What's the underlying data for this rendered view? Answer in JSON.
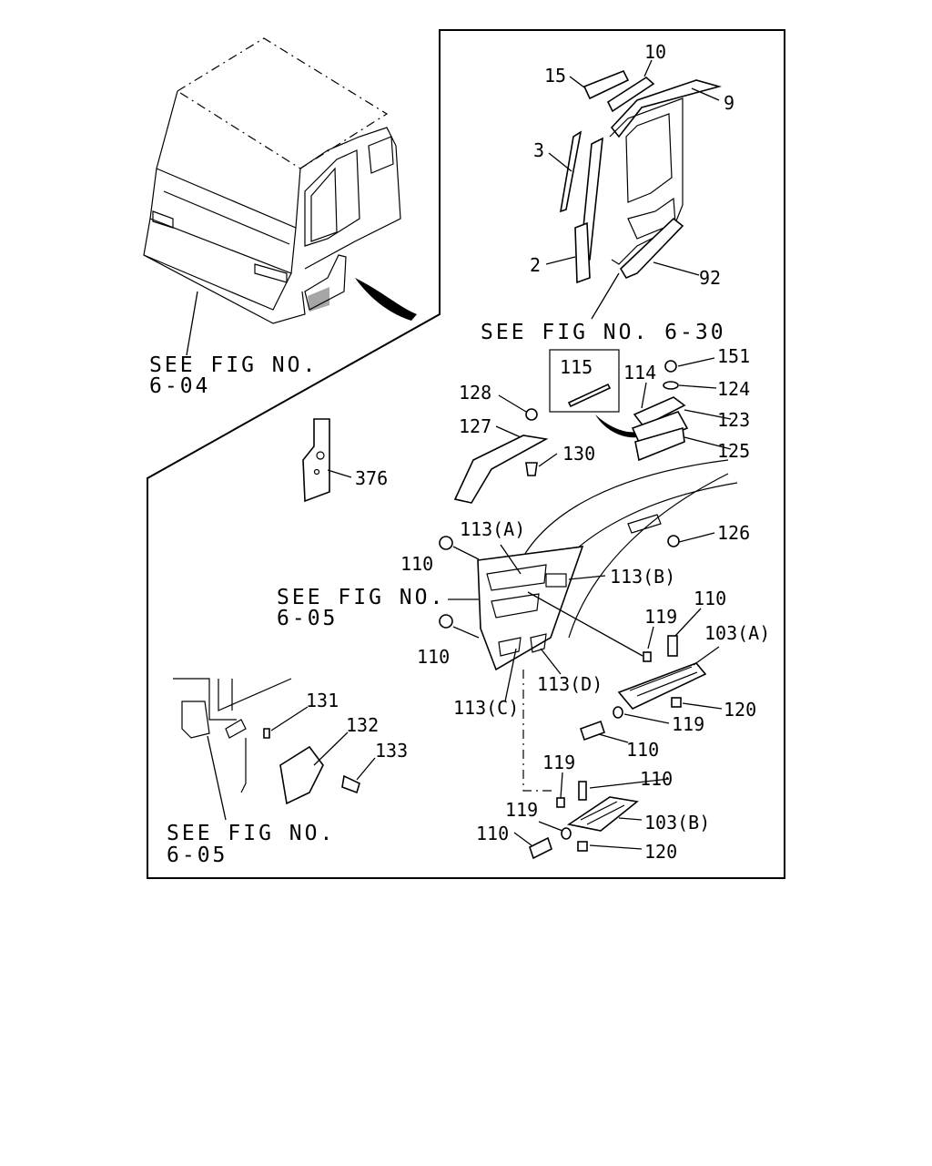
{
  "callouts": {
    "c15": "15",
    "c10": "10",
    "c9": "9",
    "c3": "3",
    "c2": "2",
    "c92": "92",
    "c151": "151",
    "c115": "115",
    "c114": "114",
    "c124": "124",
    "c123": "123",
    "c125": "125",
    "c128": "128",
    "c127": "127",
    "c130": "130",
    "c376": "376",
    "c126": "126",
    "c113a": "113(A)",
    "c113b": "113(B)",
    "c113c": "113(C)",
    "c113d": "113(D)",
    "c110_1": "110",
    "c110_2": "110",
    "c110_3": "110",
    "c110_4": "110",
    "c110_5": "110",
    "c110_6": "110",
    "c119_1": "119",
    "c119_2": "119",
    "c119_3": "119",
    "c119_4": "119",
    "c103a": "103(A)",
    "c103b": "103(B)",
    "c120_1": "120",
    "c120_2": "120",
    "c131": "131",
    "c132": "132",
    "c133": "133"
  },
  "references": {
    "fig_6_30": "SEE FIG NO. 6-30",
    "fig_6_04_a": "SEE FIG NO.",
    "fig_6_04_b": "6-04",
    "fig_6_05_mid_a": "SEE FIG NO.",
    "fig_6_05_mid_b": "6-05",
    "fig_6_05_low_a": "SEE FIG NO.",
    "fig_6_05_low_b": "6-05"
  }
}
